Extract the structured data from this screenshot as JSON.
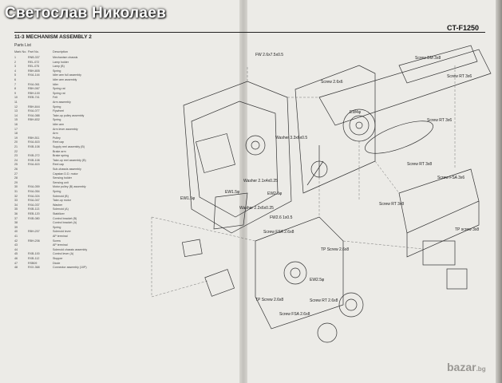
{
  "watermark": "Светослав Николаев",
  "model": "CT-F1250",
  "section_title": "11-3 MECHANISM ASSEMBLY 2",
  "parts_list_label": "Parts List",
  "columns": {
    "mark": "Mark No.",
    "part": "Part No.",
    "desc": "Description"
  },
  "rows": [
    [
      "1",
      "RNB-337",
      "Mechanism chassis"
    ],
    [
      "2",
      "REL-072",
      "Lamp holder"
    ],
    [
      "3",
      "REL-075",
      "Lamp (B)"
    ],
    [
      "4",
      "RBH-805",
      "Spring"
    ],
    [
      "5",
      "RXA-144",
      "Idler arm full assembly"
    ],
    [
      "6",
      "",
      "Idler arm assembly"
    ],
    [
      "7",
      "RXA-061",
      "Idler"
    ],
    [
      "8",
      "RBH-067",
      "Spring rat"
    ],
    [
      "9",
      "RBH-100",
      "Spring rat"
    ],
    [
      "10",
      "REB-741",
      "Felt"
    ],
    [
      "11",
      "",
      "Arm assembly"
    ],
    [
      "12",
      "RBH-844",
      "Spring"
    ],
    [
      "13",
      "RXA-077",
      "Flywheel"
    ],
    [
      "14",
      "RXA-088",
      "Take-up pulley assembly"
    ],
    [
      "15",
      "RBH-832",
      "Spring"
    ],
    [
      "16",
      "",
      "Idler arm"
    ],
    [
      "17",
      "",
      "Arm lever assembly"
    ],
    [
      "18",
      "",
      "Arm"
    ],
    [
      "19",
      "RBH-511",
      "Pulley"
    ],
    [
      "20",
      "RXA-615",
      "Reel cap"
    ],
    [
      "21",
      "RXB-108",
      "Supply reel assembly (B)"
    ],
    [
      "22",
      "",
      "Brake arm"
    ],
    [
      "23",
      "RXB-272",
      "Brake spring"
    ],
    [
      "24",
      "RXB-108",
      "Take-up reel assembly (B)"
    ],
    [
      "25",
      "RXA-615",
      "Reel cap"
    ],
    [
      "26",
      "",
      "Sub-chassis assembly"
    ],
    [
      "27",
      "",
      "Capstan D.D. motor"
    ],
    [
      "28",
      "",
      "Sensing holder"
    ],
    [
      "29",
      "",
      "Sensing unit"
    ],
    [
      "30",
      "RXA-059",
      "Motor pulley (B) assembly"
    ],
    [
      "31",
      "RXA-054",
      "Spring"
    ],
    [
      "32",
      "RXA-024",
      "Solenoid (B)"
    ],
    [
      "33",
      "RXA-047",
      "Take-up motor"
    ],
    [
      "34",
      "RXA-037",
      "Washer"
    ],
    [
      "35",
      "RXB-113",
      "Solenoid (A)"
    ],
    [
      "36",
      "REB-120",
      "Stabilizer"
    ],
    [
      "37",
      "RXB-080",
      "Control bracket (B)"
    ],
    [
      "38",
      "",
      "Control bracket (A)"
    ],
    [
      "39",
      "",
      "Spring"
    ],
    [
      "40",
      "RBH-207",
      "Solenoid lever"
    ],
    [
      "41",
      "",
      "AP terminal"
    ],
    [
      "42",
      "RBH-206",
      "Screw"
    ],
    [
      "43",
      "",
      "AP terminal"
    ],
    [
      "44",
      "",
      "Solenoid chassis assembly"
    ],
    [
      "45",
      "RXB-100",
      "Control lever (A)"
    ],
    [
      "46",
      "RXB-112",
      "Stopper"
    ],
    [
      "47",
      "RSB09",
      "Diode"
    ],
    [
      "48",
      "RXX-368",
      "Connector assembly (10P)"
    ]
  ],
  "labels": {
    "screw_bm": "Screw BM 3x8",
    "screw_rt1": "Screw RT 3x6",
    "screw_rt2": "Screw RT 3x6",
    "screw_rt3": "Screw RT 3x8",
    "screw_fsa1": "Screw FSA 3x6",
    "screw_rt4": "Screw RT 3x8",
    "tp_screw": "TP screw 3x8",
    "fw1": "FW 2.6x7.5x0.5",
    "screw_26x6": "Screw 2.6x6",
    "ew4": "EW4φ",
    "washer1": "Washer 3.3x6x0.5",
    "ew15": "EW1.5φ",
    "washer2": "Washer 2.1x4x0.25",
    "ew15b": "EW1.5φ",
    "ew2": "EW2.5φ",
    "washer3": "Washer 2.2x6x0.25",
    "fw2": "FW2.6 1x0.5",
    "screw_fsa2": "Screw FSA 2.6x8",
    "tp_screw2": "TP Screw 2.6x8",
    "ew25": "EW2.5φ",
    "screw_rt5": "Screw RT 2.6x8",
    "tp_screw3": "TP Screw 2.6x8",
    "screw_fsa3": "Screw FSA 2.6x8"
  },
  "site_mark": "bazar",
  "site_mark_tld": ".bg"
}
